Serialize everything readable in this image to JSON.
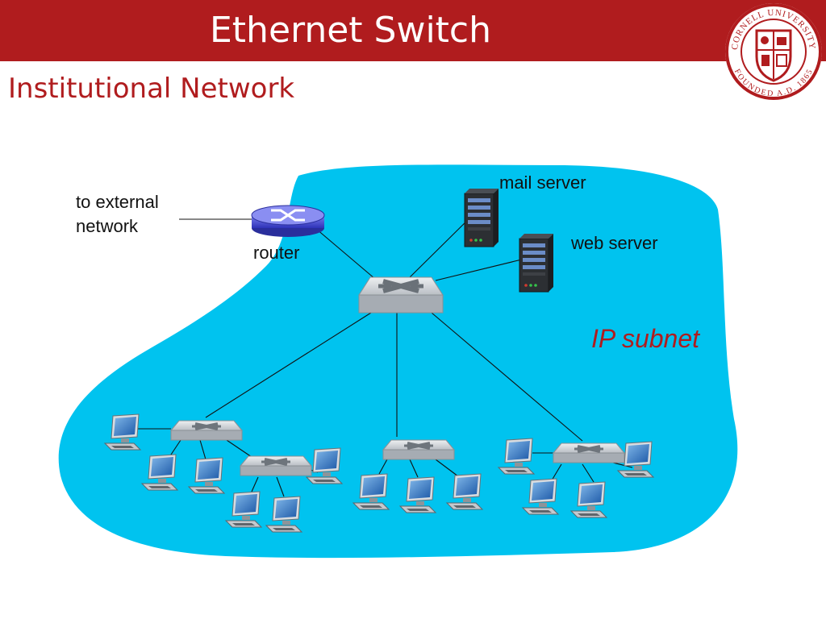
{
  "slide": {
    "title": "Ethernet Switch",
    "subtitle": "Institutional Network"
  },
  "seal": {
    "text_top": "CORNELL UNIVERSITY",
    "text_bottom": "FOUNDED A.D. 1865",
    "color": "#b01c1e"
  },
  "diagram": {
    "labels": {
      "external": [
        "to external",
        "network"
      ],
      "router": "router",
      "mail_server": "mail server",
      "web_server": "web server",
      "subnet": "IP subnet"
    },
    "colors": {
      "subnet_fill": "#00c3ef",
      "router_fill": "#4a4ed8",
      "switch_fill": "#c8cdd2",
      "accent": "#b01c1e"
    }
  }
}
